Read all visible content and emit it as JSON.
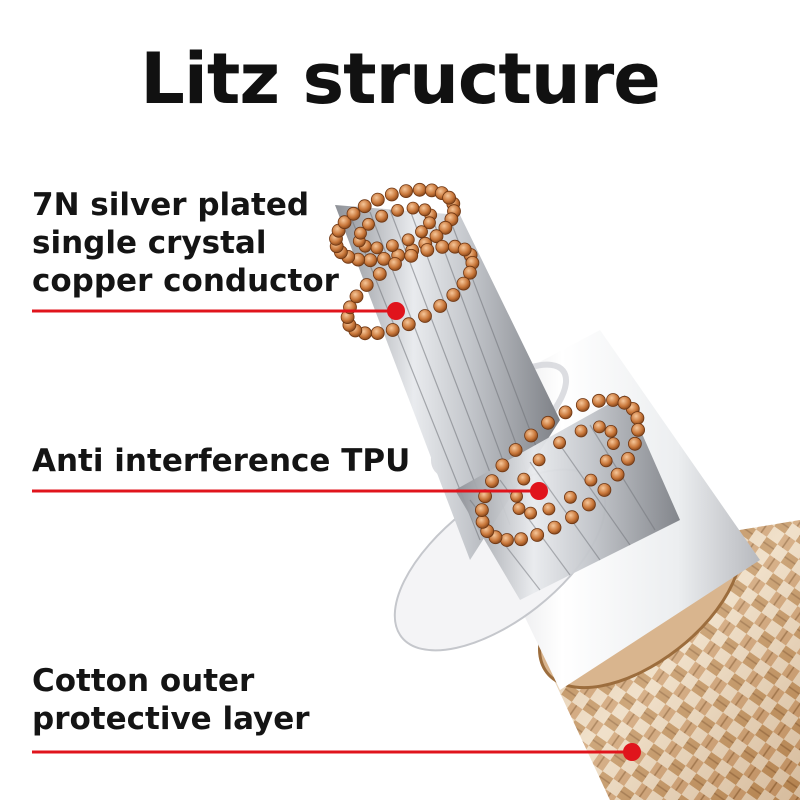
{
  "title": "Litz structure",
  "annotations": [
    {
      "lines": [
        "7N silver plated",
        "single crystal",
        "copper conductor"
      ],
      "target": "copper-conductor"
    },
    {
      "lines": [
        "Anti interference TPU"
      ],
      "target": "tpu-layer"
    },
    {
      "lines": [
        "Cotton outer",
        "protective layer"
      ],
      "target": "cotton-jacket"
    }
  ],
  "colors": {
    "text": "#111111",
    "leader_line": "#e0141c",
    "copper": "#c9773a",
    "silver_strand": "#b9bcc2",
    "tpu": "#f1f1f3",
    "cotton": "#d9b58e"
  }
}
